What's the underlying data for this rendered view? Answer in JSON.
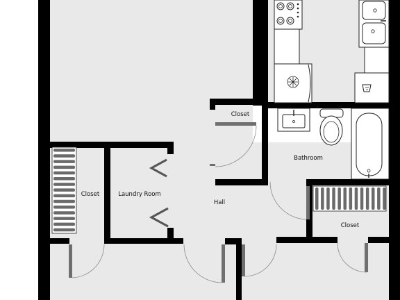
{
  "plan": {
    "colors": {
      "floor": "#e9e9e9",
      "wall": "#000000",
      "fixture_fill": "#ffffff",
      "fixture_stroke": "#222222",
      "door": "#6f6f6f"
    },
    "rooms": {
      "closet_top": "Closet",
      "bathroom": "Bathroom",
      "closet_left": "Closet",
      "laundry_room": "Laundry Room",
      "hall": "Hall",
      "closet_right": "Closet"
    }
  }
}
